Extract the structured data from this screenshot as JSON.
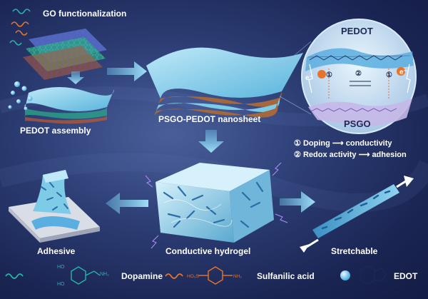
{
  "labels": {
    "go_functionalization": "GO functionalization",
    "pedot_assembly": "PEDOT assembly",
    "nanosheet": "PSGO-PEDOT nanosheet",
    "pedot": "PEDOT",
    "psgo": "PSGO",
    "adhesive": "Adhesive",
    "conductive_hydrogel": "Conductive hydrogel",
    "stretchable": "Stretchable"
  },
  "mechanism": {
    "step1_marker": "①",
    "step2_marker": "②",
    "doping": "Doping",
    "conductivity": "conductivity",
    "redox_activity": "Redox activity",
    "adhesion": "adhesion",
    "electron": "e⁻"
  },
  "legend": {
    "dopamine": "Dopamine",
    "sulfanilic_acid": "Sulfanilic acid",
    "edot": "EDOT"
  },
  "colors": {
    "background": "#2c3d74",
    "sheet_top": "#7ecbe8",
    "sheet_side": "#a5673c",
    "accent_orange": "#e8742a",
    "accent_teal": "#27b5a8",
    "edot_blue": "#7fd0f0",
    "arrow": "#8fd3f0"
  }
}
